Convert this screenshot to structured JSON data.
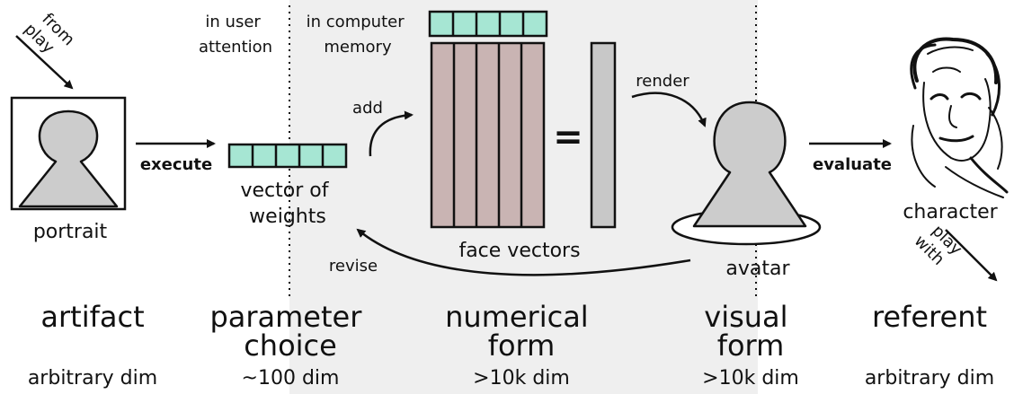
{
  "labels": {
    "from_play_line1": "from",
    "from_play_line2": "play",
    "in_user_line1": "in user",
    "in_user_line2": "attention",
    "in_computer_line1": "in computer",
    "in_computer_line2": "memory",
    "execute": "execute",
    "add": "add",
    "equals": "=",
    "render": "render",
    "evaluate": "evaluate",
    "revise": "revise",
    "portrait": "portrait",
    "vector_line1": "vector of",
    "vector_line2": "weights",
    "face_vectors": "face vectors",
    "avatar": "avatar",
    "character": "character",
    "play_with_line1": "play",
    "play_with_line2": "with"
  },
  "columns": [
    {
      "title_lines": [
        "artifact"
      ],
      "dim": "arbitrary dim"
    },
    {
      "title_lines": [
        "parameter",
        "choice"
      ],
      "dim": "~100 dim"
    },
    {
      "title_lines": [
        "numerical",
        "form"
      ],
      "dim": ">10k dim"
    },
    {
      "title_lines": [
        "visual",
        "form"
      ],
      "dim": ">10k dim"
    },
    {
      "title_lines": [
        "referent"
      ],
      "dim": "arbitrary dim"
    }
  ],
  "colors": {
    "shaded_region": "#efefef",
    "weights": "#a6e6d3",
    "face_vectors": "#c9b4b3",
    "result_vector": "#c8c8c8",
    "silhouette": "#cccccc",
    "stroke": "#111111"
  },
  "icons": [
    "person-silhouette-icon",
    "avatar-silhouette-icon",
    "character-sketch-icon"
  ]
}
